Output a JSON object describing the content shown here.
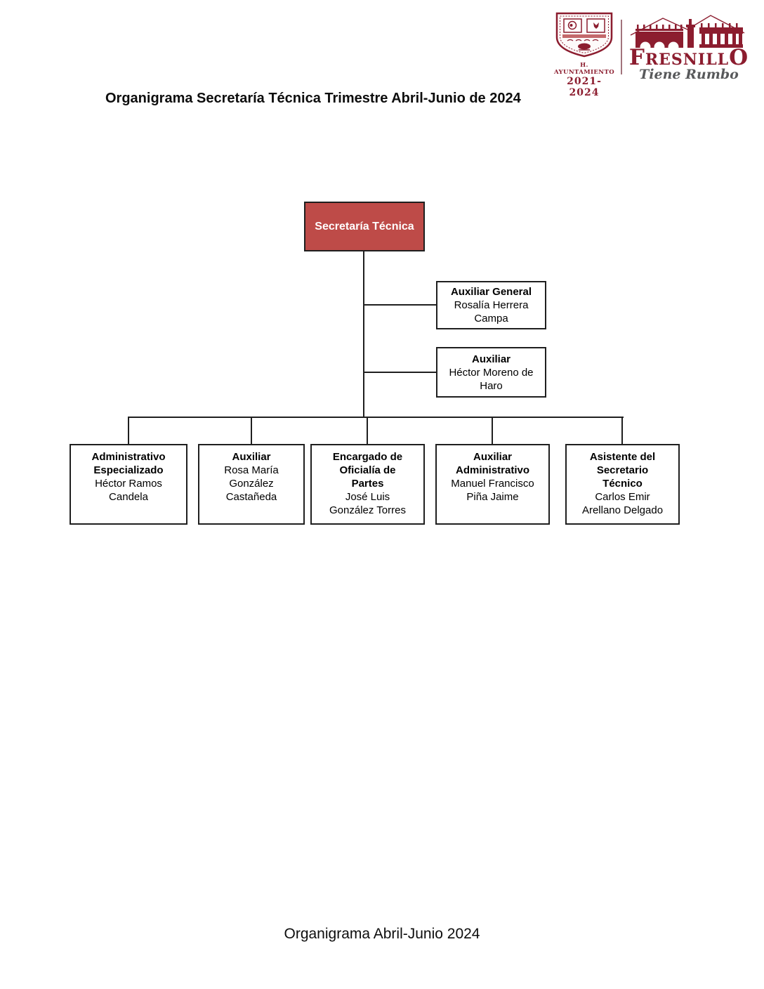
{
  "page": {
    "title": "Organigrama Secretaría Técnica Trimestre Abril-Junio de 2024",
    "footer": "Organigrama Abril-Junio 2024"
  },
  "header": {
    "crest": {
      "caption": "H. AYUNTAMIENTO",
      "years": "2021-2024"
    },
    "brand": {
      "name": "FRESNILLO",
      "name_parts": {
        "initial": "F",
        "middle": "RESNILL",
        "final": "O"
      },
      "tagline": "Tiene Rumbo"
    },
    "colors": {
      "maroon": "#8C1D2F",
      "tagline_gray": "#58595B"
    }
  },
  "chart": {
    "type": "org-chart",
    "colors": {
      "root_fill": "#BE4B48",
      "root_text": "#FFFFFF",
      "box_border": "#1F1F1F"
    },
    "root": {
      "title": "Secretaría Técnica"
    },
    "assistants": [
      {
        "title": "Auxiliar General",
        "name": "Rosalía Herrera\nCampa",
        "full_name": "Rosalía Herrera Campa"
      },
      {
        "title": "Auxiliar",
        "name": "Héctor Moreno de\nHaro",
        "full_name": "Héctor Moreno de Haro"
      }
    ],
    "subordinates": [
      {
        "title": "Administrativo\nEspecializado",
        "name": "Héctor Ramos\nCandela",
        "full_title": "Administrativo Especializado",
        "full_name": "Héctor Ramos Candela"
      },
      {
        "title": "Auxiliar",
        "name": "Rosa María\nGonzález\nCastañeda",
        "full_title": "Auxiliar",
        "full_name": "Rosa María González Castañeda"
      },
      {
        "title": "Encargado de\nOficialía de\nPartes",
        "name": "José Luis\nGonzález Torres",
        "full_title": "Encargado de Oficialía de Partes",
        "full_name": "José Luis González Torres"
      },
      {
        "title": "Auxiliar\nAdministrativo",
        "name": "Manuel Francisco\nPiña Jaime",
        "full_title": "Auxiliar Administrativo",
        "full_name": "Manuel Francisco Piña Jaime"
      },
      {
        "title": "Asistente del\nSecretario\nTécnico",
        "name": "Carlos Emir\nArellano Delgado",
        "full_title": "Asistente del Secretario Técnico",
        "full_name": "Carlos Emir Arellano Delgado"
      }
    ]
  }
}
